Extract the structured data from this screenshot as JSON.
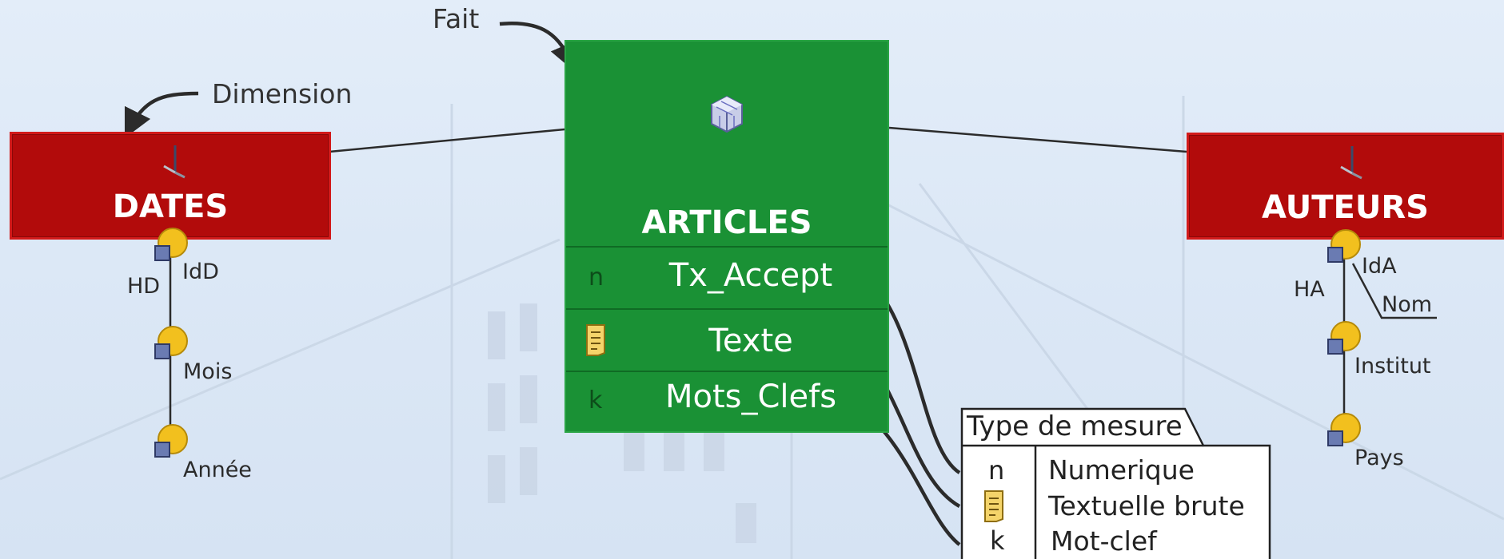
{
  "callouts": {
    "fact": "Fait",
    "dimension": "Dimension"
  },
  "fact": {
    "title": "ARTICLES",
    "icon": "cube-icon",
    "measures": [
      {
        "symbol": "n",
        "label": "Tx_Accept"
      },
      {
        "symbol": "",
        "icon": "text-doc-icon",
        "label": "Texte"
      },
      {
        "symbol": "k",
        "label": "Mots_Clefs"
      }
    ]
  },
  "dimensions": [
    {
      "title": "DATES",
      "icon": "axes-icon",
      "hierarchy": "HD",
      "levels": [
        "IdD",
        "Mois",
        "Année"
      ]
    },
    {
      "title": "AUTEURS",
      "icon": "axes-icon",
      "hierarchy": "HA",
      "levels": [
        "IdA",
        "Institut",
        "Pays"
      ],
      "weak_attribute": "Nom"
    }
  ],
  "legend": {
    "title": "Type de mesure",
    "rows": [
      {
        "symbol": "n",
        "label": "Numerique"
      },
      {
        "symbol": "",
        "icon": "text-doc-icon",
        "label": "Textuelle brute"
      },
      {
        "symbol": "k",
        "label": "Mot-clef"
      }
    ]
  },
  "colors": {
    "fact": "#1a9135",
    "dimension": "#b20b0b",
    "level_node": "#f2c01e"
  }
}
